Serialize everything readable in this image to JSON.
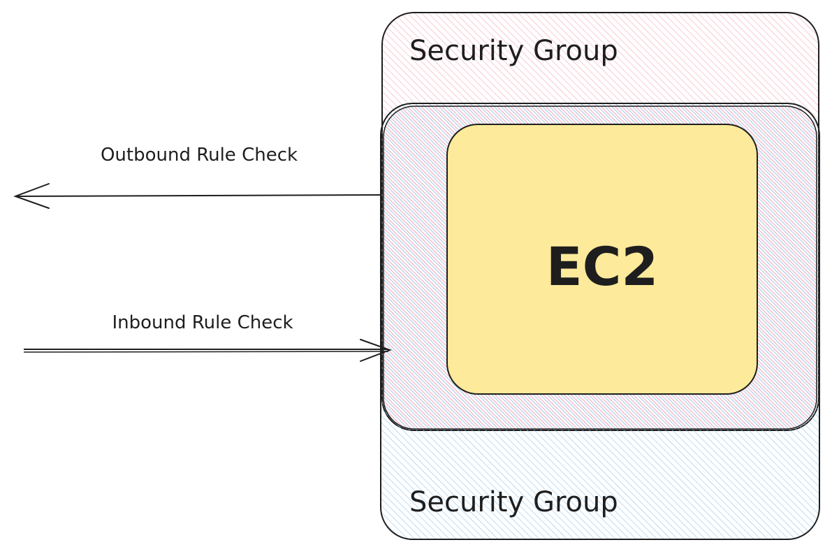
{
  "diagram": {
    "top_group": {
      "label": "Security Group",
      "fill": "#f4a7b9"
    },
    "bottom_group": {
      "label": "Security Group",
      "fill": "#8ec5ee"
    },
    "instance": {
      "label": "EC2",
      "fill": "#fdea9b"
    },
    "outbound": {
      "label": "Outbound Rule Check",
      "direction": "left"
    },
    "inbound": {
      "label": "Inbound Rule Check",
      "direction": "right"
    },
    "stroke": "#1e1e1e"
  }
}
